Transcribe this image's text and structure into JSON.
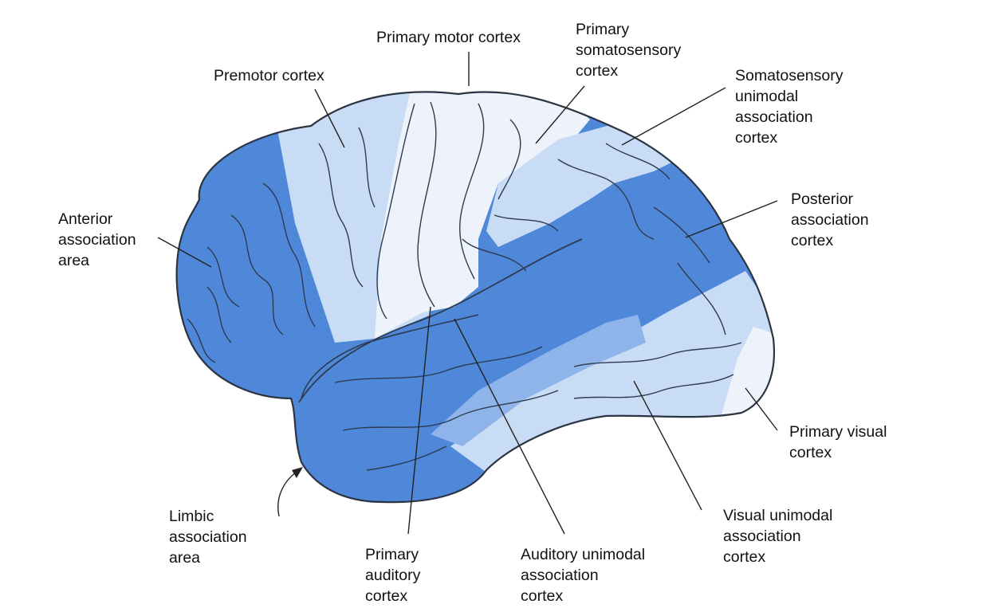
{
  "colors": {
    "dark_region": "#4f87d9",
    "mid_region": "#8fb4e9",
    "light_region": "#c9dcf5",
    "pale_region": "#eef3fb",
    "outline": "#2b3440",
    "sulci": "#2d3b4f",
    "leader_line": "#222222",
    "label_text": "#111111"
  },
  "labels": {
    "premotor": "Premotor cortex",
    "primary_motor": "Primary motor cortex",
    "primary_somatosensory": "Primary\nsomatosensory\ncortex",
    "somatosensory_unimodal": "Somatosensory\nunimodal\nassociation\ncortex",
    "posterior_association": "Posterior\nassociation\ncortex",
    "anterior_association": "Anterior\nassociation\narea",
    "primary_visual": "Primary visual\ncortex",
    "limbic_association": "Limbic\nassociation\narea",
    "primary_auditory": "Primary\nauditory\ncortex",
    "auditory_unimodal": "Auditory unimodal\nassociation\ncortex",
    "visual_unimodal": "Visual unimodal\nassociation\ncortex"
  }
}
